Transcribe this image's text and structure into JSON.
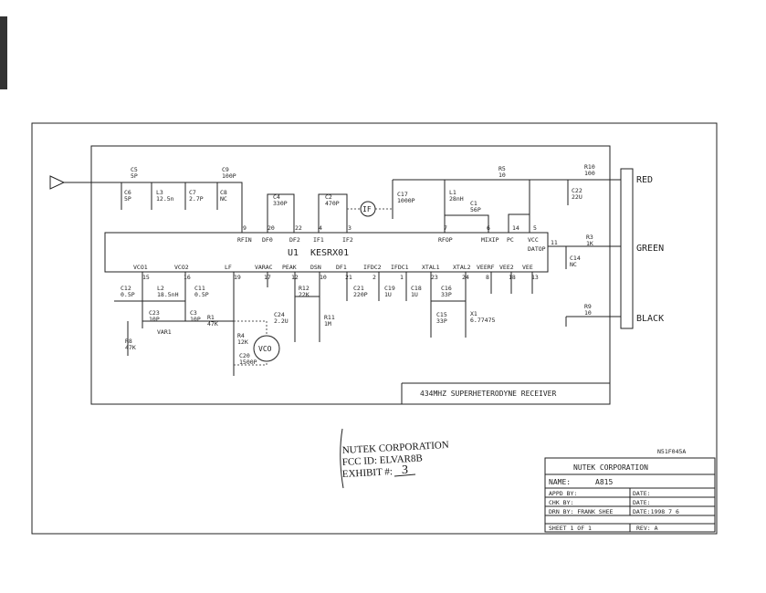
{
  "schematic": {
    "title": "434MHZ SUPERHETERODYNE RECEIVER",
    "ic_ref": "U1",
    "ic_name": "KESRX01",
    "if_block": "IF",
    "vco_block": "VCO",
    "drawing_code": "N51F045A",
    "connector_labels": [
      "RED",
      "GREEN",
      "BLACK"
    ],
    "pins": [
      {
        "name": "RFIN",
        "num": "9"
      },
      {
        "name": "DF0",
        "num": "20"
      },
      {
        "name": "DF2",
        "num": "22"
      },
      {
        "name": "IF1",
        "num": "4"
      },
      {
        "name": "IF2",
        "num": "3"
      },
      {
        "name": "RFOP",
        "num": "7"
      },
      {
        "name": "MIXIP",
        "num": "6"
      },
      {
        "name": "PC",
        "num": "14"
      },
      {
        "name": "VCC",
        "num": "5"
      },
      {
        "name": "DATOP",
        "num": "11"
      },
      {
        "name": "VCO1",
        "num": "15"
      },
      {
        "name": "VCO2",
        "num": "16"
      },
      {
        "name": "LF",
        "num": "19"
      },
      {
        "name": "VARAC",
        "num": "17"
      },
      {
        "name": "PEAK",
        "num": "12"
      },
      {
        "name": "DSN",
        "num": "10"
      },
      {
        "name": "DF1",
        "num": "21"
      },
      {
        "name": "IFDC2",
        "num": "2"
      },
      {
        "name": "IFDC1",
        "num": "1"
      },
      {
        "name": "XTAL1",
        "num": "23"
      },
      {
        "name": "XTAL2",
        "num": "24"
      },
      {
        "name": "VEERF",
        "num": "8"
      },
      {
        "name": "VEE2",
        "num": "18"
      },
      {
        "name": "VEE",
        "num": "13"
      }
    ],
    "components": [
      {
        "ref": "C5",
        "value": "5P"
      },
      {
        "ref": "C6",
        "value": "5P"
      },
      {
        "ref": "L3",
        "value": "12.5n"
      },
      {
        "ref": "C7",
        "value": "2.7P"
      },
      {
        "ref": "C8",
        "value": "NC"
      },
      {
        "ref": "C9",
        "value": "100P"
      },
      {
        "ref": "C4",
        "value": "330P"
      },
      {
        "ref": "C2",
        "value": "470P"
      },
      {
        "ref": "C17",
        "value": "1000P"
      },
      {
        "ref": "R5",
        "value": "10"
      },
      {
        "ref": "L1",
        "value": "28nH"
      },
      {
        "ref": "C1",
        "value": "56P"
      },
      {
        "ref": "R10",
        "value": "100"
      },
      {
        "ref": "C22",
        "value": "22U"
      },
      {
        "ref": "R3",
        "value": "1K"
      },
      {
        "ref": "C14",
        "value": "NC"
      },
      {
        "ref": "R9",
        "value": "10"
      },
      {
        "ref": "C12",
        "value": "0.5P"
      },
      {
        "ref": "L2",
        "value": "18.5nH"
      },
      {
        "ref": "C11",
        "value": "0.5P"
      },
      {
        "ref": "C23",
        "value": "10P"
      },
      {
        "ref": "C3",
        "value": "10P"
      },
      {
        "ref": "R1",
        "value": "47K"
      },
      {
        "ref": "R8",
        "value": "47K"
      },
      {
        "ref": "VAR1",
        "value": ""
      },
      {
        "ref": "R4",
        "value": "12K"
      },
      {
        "ref": "C20",
        "value": "1500P"
      },
      {
        "ref": "R12",
        "value": "22K"
      },
      {
        "ref": "C24",
        "value": "2.2U"
      },
      {
        "ref": "R11",
        "value": "1M"
      },
      {
        "ref": "C21",
        "value": "220P"
      },
      {
        "ref": "C19",
        "value": "1U"
      },
      {
        "ref": "C18",
        "value": "1U"
      },
      {
        "ref": "C16",
        "value": "33P"
      },
      {
        "ref": "C15",
        "value": "33P"
      },
      {
        "ref": "X1",
        "value": "6.77475"
      }
    ]
  },
  "title_block": {
    "company": "NUTEK CORPORATION",
    "name_label": "NAME:",
    "name_value": "A815",
    "appd_by": "APPD BY:",
    "appd_date": "DATE:",
    "chk_by": "CHK BY:",
    "chk_date": "DATE:",
    "drn_by": "DRN BY: FRANK SHEE",
    "drn_date": "DATE:1998 7 6",
    "sheet": "SHEET  1  OF  1",
    "rev": "REV: A"
  },
  "stamp": {
    "line1": "NUTEK CORPORATION",
    "line2": "FCC ID:  ELVAR8B",
    "line3_label": "EXHIBIT #:",
    "line3_value": "3"
  }
}
